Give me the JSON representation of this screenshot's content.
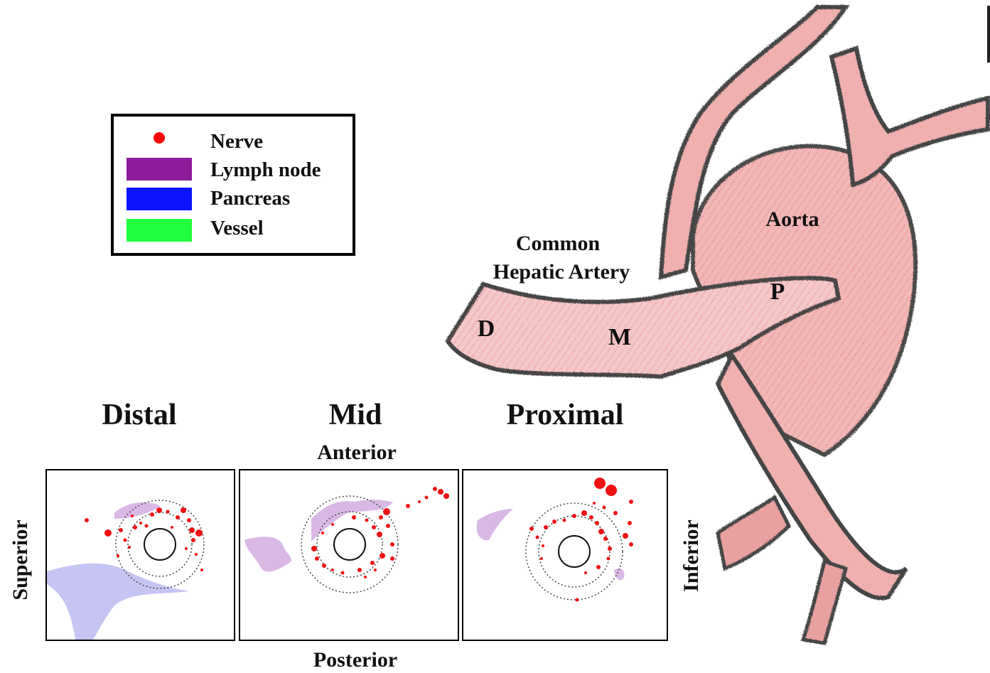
{
  "legend": {
    "items": [
      {
        "label": "Nerve",
        "color": "#ff0000",
        "kind": "dot"
      },
      {
        "label": "Lymph node",
        "color": "#8e1c9a",
        "kind": "swatch"
      },
      {
        "label": "Pancreas",
        "color": "#0a14ff",
        "kind": "swatch"
      },
      {
        "label": "Vessel",
        "color": "#22ff3c",
        "kind": "swatch"
      }
    ]
  },
  "illustration": {
    "common_label_line1": "Common",
    "common_label_line2": "Hepatic Artery",
    "aorta_label": "Aorta",
    "d_label": "D",
    "m_label": "M",
    "p_label": "P",
    "artery_color": "#e88c8c",
    "outline_color": "#555555"
  },
  "sections": {
    "distal": "Distal",
    "mid": "Mid",
    "proximal": "Proximal"
  },
  "orientation": {
    "anterior": "Anterior",
    "posterior": "Posterior",
    "superior": "Superior",
    "inferior": "Inferior"
  },
  "colors": {
    "nerve": "#ee1111",
    "lymph_fill": "#d9b8e6",
    "pancreas_fill": "#c6c4f2"
  }
}
